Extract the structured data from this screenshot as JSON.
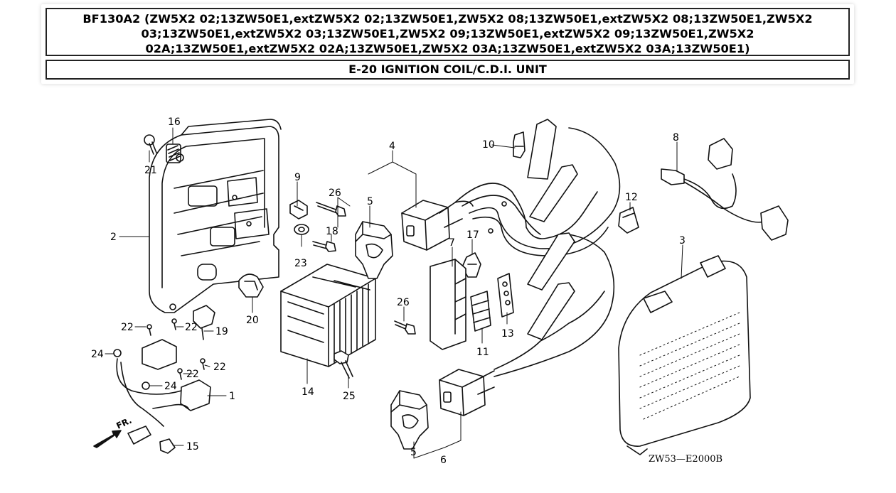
{
  "header": {
    "title_lines": [
      "BF130A2 (ZW5X2 02;13ZW50E1,extZW5X2 02;13ZW50E1,ZW5X2 08;13ZW50E1,extZW5X2 08;13ZW50E1,ZW5X2",
      "03;13ZW50E1,extZW5X2 03;13ZW50E1,ZW5X2 09;13ZW50E1,extZW5X2 09;13ZW50E1,ZW5X2",
      "02A;13ZW50E1,extZW5X2 02A;13ZW50E1,ZW5X2 03A;13ZW50E1,extZW5X2 03A;13ZW50E1)"
    ],
    "section": "E-20 IGNITION COIL/C.D.I. UNIT"
  },
  "diagram": {
    "front_label": "FR.",
    "drawing_code": "ZW53—E2000B",
    "callouts": {
      "c1": "1",
      "c2": "2",
      "c3": "3",
      "c4": "4",
      "c5a": "5",
      "c5b": "5",
      "c6": "6",
      "c7": "7",
      "c8": "8",
      "c9": "9",
      "c10": "10",
      "c11": "11",
      "c12": "12",
      "c13": "13",
      "c14": "14",
      "c15": "15",
      "c16": "16",
      "c17": "17",
      "c18": "18",
      "c19": "19",
      "c20": "20",
      "c21": "21",
      "c22a": "22",
      "c22b": "22",
      "c22c": "22",
      "c22d": "22",
      "c23": "23",
      "c24a": "24",
      "c24b": "24",
      "c25": "25",
      "c26a": "26",
      "c26b": "26"
    }
  }
}
